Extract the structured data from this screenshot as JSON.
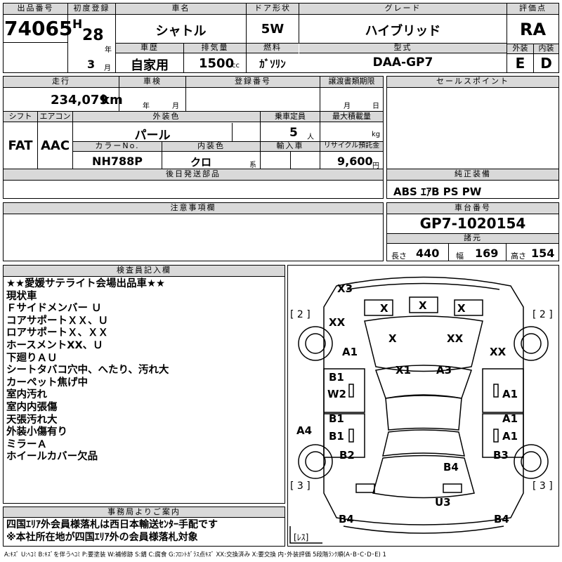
{
  "header": {
    "lot_no_label": "出品番号",
    "lot_no": "74065",
    "first_reg_label": "初度登録",
    "era": "H",
    "year": "28",
    "year_unit": "年",
    "month": "3",
    "month_unit": "月",
    "model_label": "車名",
    "model": "シャトル",
    "door_label": "ドア形状",
    "door": "5W",
    "grade_label": "グレード",
    "grade": "ハイブリッド",
    "score_label": "評価点",
    "score": "RA",
    "history_label": "車歴",
    "history": "自家用",
    "displacement_label": "排気量",
    "displacement": "1500",
    "displacement_unit": "cc",
    "fuel_label": "燃料",
    "fuel": "ｶﾞｿﾘﾝ",
    "type_label": "型式",
    "type": "DAA-GP7",
    "ext_label": "外装",
    "ext": "E",
    "int_label": "内装",
    "int": "D"
  },
  "row2": {
    "mileage_label": "走行",
    "mileage": "234,079",
    "mileage_unit": "km",
    "inspection_label": "車検",
    "insp_year": "年",
    "insp_month": "月",
    "regno_label": "登録番号",
    "transfer_label": "譲渡書類期限",
    "tr_month": "月",
    "tr_day": "日",
    "sales_label": "セールスポイント"
  },
  "row3": {
    "shift_label": "シフト",
    "shift": "FAT",
    "ac_label": "エアコン",
    "ac": "AAC",
    "color_label": "外装色",
    "color": "パール",
    "capacity_label": "乗車定員",
    "capacity": "5",
    "capacity_unit": "人",
    "maxload_label": "最大積載量",
    "maxload_unit": "kg",
    "colorno_label": "カラーNo.",
    "colorno": "NH788P",
    "intcolor_label": "内装色",
    "intcolor": "クロ",
    "intcolor_unit": "系",
    "import_label": "輸入車",
    "recycle_label": "リサイクル預託金",
    "recycle": "9,600",
    "recycle_unit": "円"
  },
  "later_parts_label": "後日発送部品",
  "equipment_label": "純正装備",
  "equipment": "ABS ｴｱB PS PW",
  "caution_label": "注意事項欄",
  "chassis_label": "車台番号",
  "chassis": "GP7-1020154",
  "spec_label": "諸元",
  "spec": {
    "len_label": "長さ",
    "len": "440",
    "wid_label": "幅",
    "wid": "169",
    "hgt_label": "高さ",
    "hgt": "154"
  },
  "inspector_label": "検査員記入欄",
  "inspector_notes": [
    "★★愛媛サテライト会場出品車★★",
    "現状車",
    "Ｆサイドメンバー Ｕ",
    "コアサポートＸＸ、Ｕ",
    "ロアサポートＸ、ＸＸ",
    "ホースメントXX、Ｕ",
    "下廻りＡＵ",
    "シートタバコ穴中、へたり、汚れ大",
    "カーペット焦げ中",
    "室内汚れ",
    "室内内張傷",
    "天張汚れ大",
    "外装小傷有り",
    "ミラーＡ",
    "ホイールカバー欠品"
  ],
  "office_label": "事務局よりご案内",
  "office_notes": [
    "四国ｴﾘｱ外会員様落札は西日本輸送ｾﾝﾀｰ手配です",
    "※本社所在地が四国ｴﾘｱ外の会員様落札対象"
  ],
  "diagram": {
    "marks": {
      "m1": "X3",
      "m2": "X",
      "m3": "X",
      "m4": "X",
      "m5": "XX",
      "m6": "X",
      "m7": "XX",
      "m8": "A1",
      "m9": "XX",
      "m10": "X1",
      "m11": "A3",
      "m12": "B1",
      "m13": "W2",
      "m14": "A1",
      "m15": "B1",
      "m16": "A1",
      "m17": "B1",
      "m18": "A1",
      "m19": "A4",
      "m20": "B2",
      "m21": "B4",
      "m22": "B3",
      "m23": "U3",
      "m24": "B4",
      "m25": "B4"
    },
    "tire_tl": "[ 2 ]",
    "tire_tr": "[ 2 ]",
    "tire_bl": "[ 3 ]",
    "tire_br": "[ 3 ]",
    "spare": "[ﾚｽ]"
  },
  "legend": "A:ｷｽﾞ U:ﾍｺﾐ B:ｷｽﾞを伴うﾍｺﾐ P:要塗装 W:補修跡 S:錆 C:腐食 G:ﾌﾛﾝﾄｶﾞﾗｽ点ｷｽﾞ XX:交換済み X:要交換 内･外装評価 5段階ﾗﾝｸ順(A･B･C･D･E) 1"
}
